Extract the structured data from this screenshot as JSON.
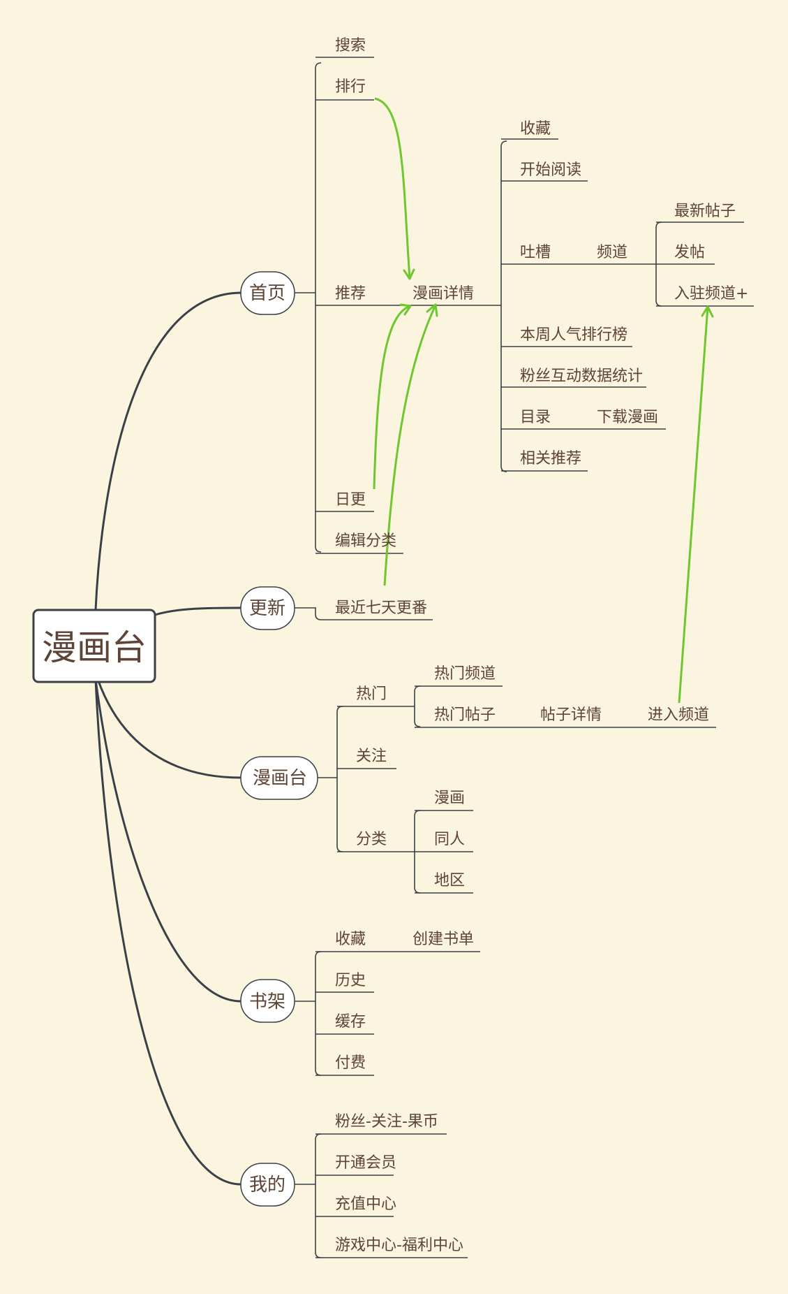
{
  "root": "漫画台",
  "accent_color": "#6ec72e",
  "line_color": "#3a4047",
  "background": "#fbf4de",
  "text_color": "#5e4436",
  "sections": {
    "home": {
      "label": "首页",
      "items": [
        "搜索",
        "排行",
        "推荐",
        "日更",
        "编辑分类"
      ],
      "detail": {
        "label": "漫画详情",
        "items": [
          "收藏",
          "开始阅读",
          "吐槽",
          "本周人气排行榜",
          "粉丝互动数据统计",
          "目录",
          "相关推荐"
        ],
        "tucao_child": "频道",
        "channel_items": [
          "最新帖子",
          "发帖",
          "入驻频道+"
        ],
        "catalog_child": "下载漫画"
      }
    },
    "update": {
      "label": "更新",
      "items": [
        "最近七天更番"
      ]
    },
    "manhuatai": {
      "label": "漫画台",
      "items": [
        "热门",
        "关注",
        "分类"
      ],
      "hot_items": [
        "热门频道",
        "热门帖子"
      ],
      "post_detail": "帖子详情",
      "enter_channel": "进入频道",
      "category_items": [
        "漫画",
        "同人",
        "地区"
      ]
    },
    "shelf": {
      "label": "书架",
      "items": [
        "收藏",
        "历史",
        "缓存",
        "付费"
      ],
      "create_list": "创建书单"
    },
    "mine": {
      "label": "我的",
      "items": [
        "粉丝-关注-果币",
        "开通会员",
        "充值中心",
        "游戏中心-福利中心"
      ]
    }
  }
}
